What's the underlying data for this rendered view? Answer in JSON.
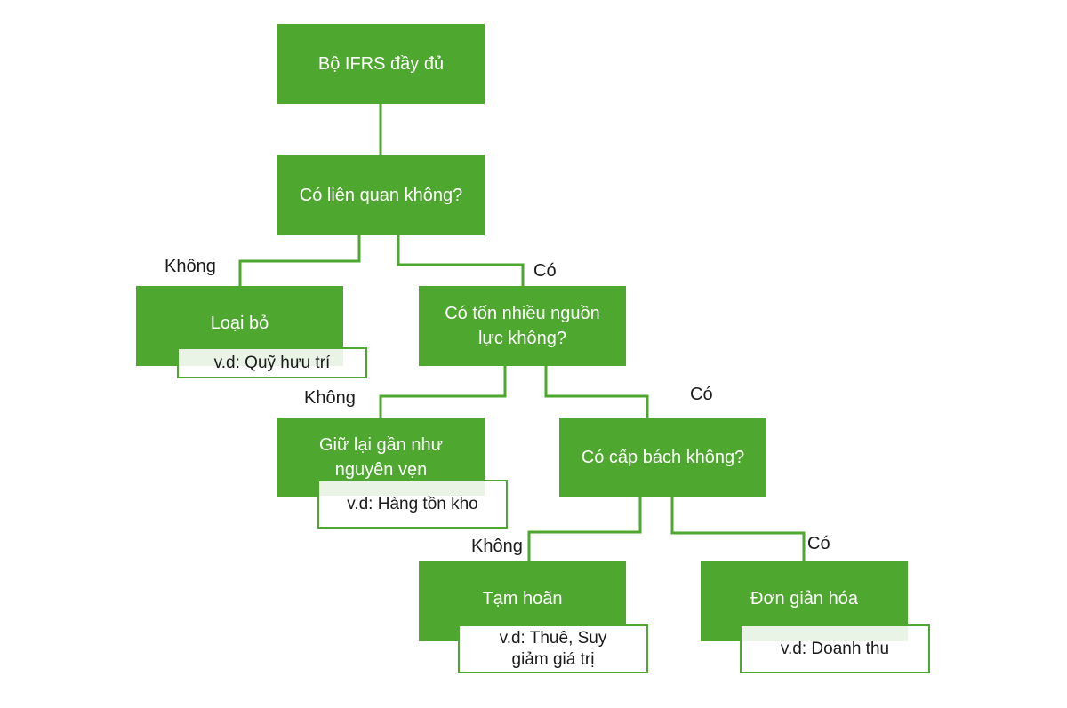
{
  "colors": {
    "node_fill": "#4ea72e",
    "node_text": "#ffffff",
    "line": "#4ea72e",
    "example_border": "#4ea72e"
  },
  "nodes": {
    "root": "Bộ IFRS đầy đủ",
    "relevant": "Có liên quan không?",
    "remove": "Loại bỏ",
    "resources_line1": "Có tốn nhiều nguồn",
    "resources_line2": "lực không?",
    "keep_line1": "Giữ lại gần như",
    "keep_line2": "nguyên vẹn",
    "urgent": "Có cấp bách không?",
    "defer": "Tạm hoãn",
    "simplify": "Đơn giản hóa"
  },
  "examples": {
    "remove": "v.d: Quỹ hưu trí",
    "keep": "v.d: Hàng tồn kho",
    "defer_line1": "v.d: Thuê, Suy",
    "defer_line2": "giảm giá trị",
    "simplify": "v.d: Doanh thu"
  },
  "edge_labels": {
    "relevant_no": "Không",
    "relevant_yes": "Có",
    "resources_no": "Không",
    "resources_yes": "Có",
    "urgent_no": "Không",
    "urgent_yes": "Có"
  }
}
